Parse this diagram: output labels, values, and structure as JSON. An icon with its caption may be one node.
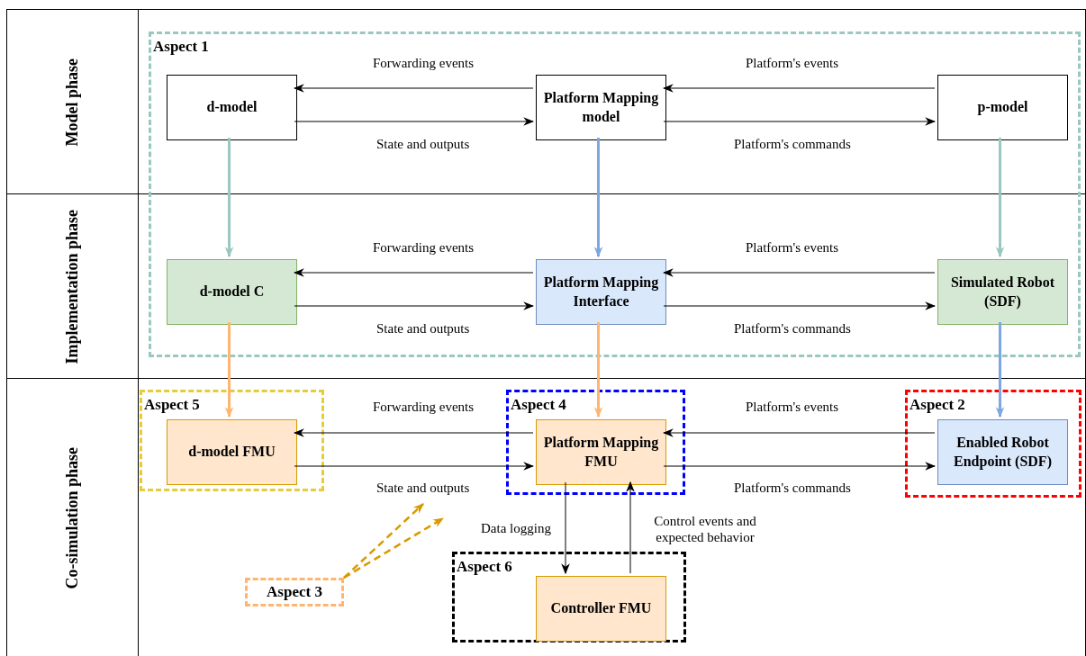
{
  "diagram": {
    "nodes": [
      {
        "text": [
          "Aspect 1"
        ]
      },
      {
        "text": [
          "d-model"
        ],
        "in": 0
      },
      {
        "text": [
          "Platform Mapping model"
        ],
        "in": 0
      },
      {
        "text": [
          "p-model"
        ],
        "in": 0
      },
      {
        "text": [
          "d-model C"
        ],
        "in": 0
      },
      {
        "text": [
          "Platform Mapping Interface"
        ],
        "in": 0
      },
      {
        "text": [
          "Simulated Robot (SDF)"
        ],
        "in": 0
      },
      {
        "text": [
          "Aspect 5"
        ]
      },
      {
        "text": [
          "d-model FMU"
        ],
        "in": 7
      },
      {
        "text": [
          "Aspect 4"
        ]
      },
      {
        "text": [
          "Platform Mapping FMU"
        ],
        "in": 9
      },
      {
        "text": [
          "Aspect 2"
        ]
      },
      {
        "text": [
          "Enabled Robot Endpoint (SDF)"
        ],
        "in": 11
      },
      {
        "text": [
          "Aspect 3"
        ]
      },
      {
        "text": [
          "Aspect 6"
        ]
      },
      {
        "text": [
          "Controller FMU"
        ],
        "in": 14
      }
    ],
    "edges": [
      {
        "from": 2,
        "to": 1,
        "arrow": "to",
        "label": "Forwarding events"
      },
      {
        "from": 1,
        "to": 2,
        "arrow": "to",
        "label": "State and outputs"
      },
      {
        "from": 3,
        "to": 2,
        "arrow": "to",
        "label": "Platform's events"
      },
      {
        "from": 2,
        "to": 3,
        "arrow": "to",
        "label": "Platform's commands"
      },
      {
        "from": 5,
        "to": 4,
        "arrow": "to",
        "label": "Forwarding events"
      },
      {
        "from": 4,
        "to": 5,
        "arrow": "to",
        "label": "State and outputs"
      },
      {
        "from": 6,
        "to": 5,
        "arrow": "to",
        "label": "Platform's events"
      },
      {
        "from": 5,
        "to": 6,
        "arrow": "to",
        "label": "Platform's commands"
      },
      {
        "from": 10,
        "to": 8,
        "arrow": "to",
        "label": "Forwarding events"
      },
      {
        "from": 8,
        "to": 10,
        "arrow": "to",
        "label": "State and outputs"
      },
      {
        "from": 12,
        "to": 10,
        "arrow": "to",
        "label": "Platform's events"
      },
      {
        "from": 10,
        "to": 12,
        "arrow": "to",
        "label": "Platform's commands"
      },
      {
        "from": 10,
        "to": 15,
        "arrow": "to",
        "label": "Data logging"
      },
      {
        "from": 15,
        "to": 10,
        "arrow": "to",
        "label": "Control events and expected behavior"
      },
      {
        "from": 1,
        "to": 4,
        "arrow": "to",
        "style": "thick",
        "color": "#9ac7bf"
      },
      {
        "from": 2,
        "to": 5,
        "arrow": "to",
        "style": "thick",
        "color": "#7ea6e0"
      },
      {
        "from": 3,
        "to": 6,
        "arrow": "to",
        "style": "thick",
        "color": "#9ac7bf"
      },
      {
        "from": 4,
        "to": 8,
        "arrow": "to",
        "style": "thick",
        "color": "#ffb570"
      },
      {
        "from": 5,
        "to": 10,
        "arrow": "to",
        "style": "thick",
        "color": "#ffb570"
      },
      {
        "from": 6,
        "to": 12,
        "arrow": "to",
        "style": "thick",
        "color": "#7ea6e0"
      },
      {
        "from": 13,
        "to": null,
        "arrow": "to",
        "style": "dashed",
        "color": "#d79b00"
      },
      {
        "from": 13,
        "to": null,
        "arrow": "to",
        "style": "dashed",
        "color": "#d79b00"
      }
    ],
    "labels": [
      "Model phase",
      "Implementation phase",
      "Co-simulation phase"
    ]
  }
}
